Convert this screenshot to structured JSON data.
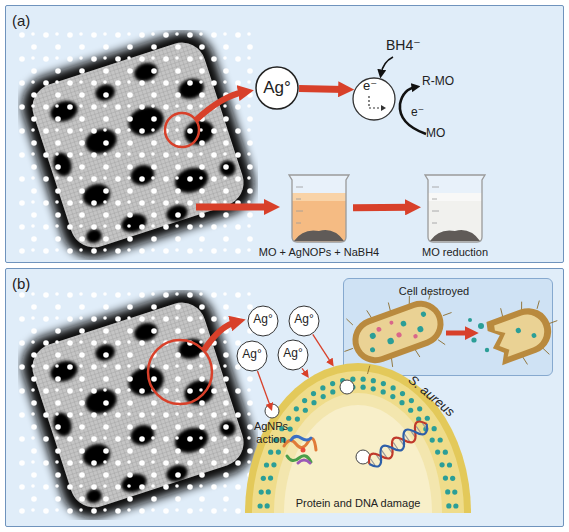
{
  "diagram": {
    "nodes": [
      {
        "text": [
          "(a)"
        ]
      },
      {
        "text": [
          "Ag°"
        ],
        "in": 0
      },
      {
        "text": [
          "e⁻"
        ],
        "in": 0
      },
      {
        "text": [
          "MO + AgNOPs + NaBH4"
        ],
        "in": 0
      },
      {
        "text": [
          "MO reduction"
        ],
        "in": 0
      },
      {
        "text": [
          "(b)"
        ]
      },
      {
        "text": [
          "Ag°"
        ],
        "in": 5
      },
      {
        "text": [
          "Ag°"
        ],
        "in": 5
      },
      {
        "text": [
          "Ag°"
        ],
        "in": 5
      },
      {
        "text": [
          "Ag°"
        ],
        "in": 5
      },
      {
        "text": [
          "Cell destroyed"
        ],
        "in": 5
      },
      {
        "text": [
          "S. aureus",
          "Protein and DNA damage"
        ],
        "in": 5
      }
    ],
    "edges": [
      {
        "from": 1,
        "to": 2,
        "arrow": "to"
      },
      {
        "from": 3,
        "to": 4,
        "arrow": "to"
      },
      {
        "from": 7,
        "to": 11,
        "arrow": "to"
      },
      {
        "from": 8,
        "to": 11,
        "arrow": "to"
      },
      {
        "from": 9,
        "to": 11,
        "arrow": "to"
      }
    ],
    "labels": [
      "BH4⁻",
      "R-MO",
      "MO",
      "e⁻",
      "AgNPs action"
    ]
  }
}
